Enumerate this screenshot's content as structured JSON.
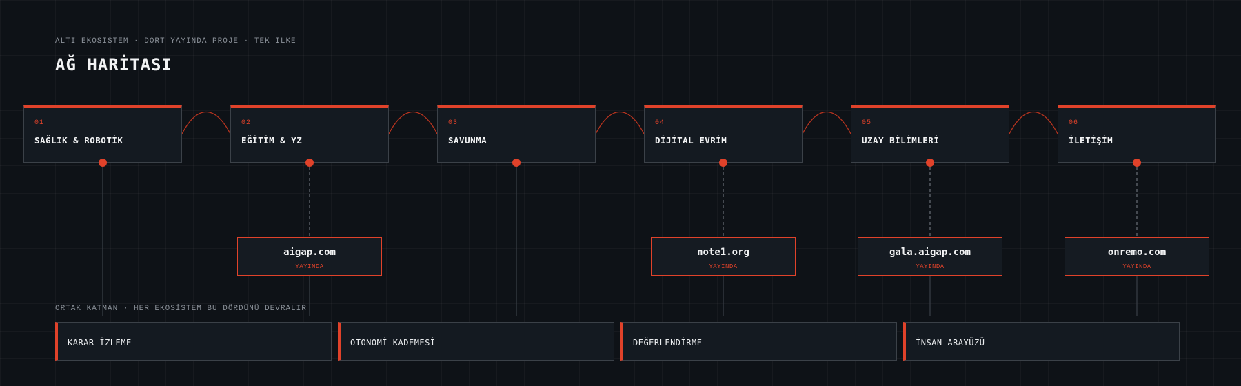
{
  "header": {
    "eyebrow": "ALTI EKOSİSTEM · DÖRT YAYINDA PROJE · TEK İLKE",
    "title": "AĞ HARİTASI"
  },
  "colors": {
    "accent": "#e0422a",
    "background": "#0e1217",
    "card": "#141a21",
    "border": "#3b4148",
    "muted": "#8a9098"
  },
  "ecosystems": [
    {
      "num": "01",
      "name": "SAĞLIK & ROBOTİK",
      "project": null
    },
    {
      "num": "02",
      "name": "EĞİTİM & YZ",
      "project": {
        "domain": "aigap.com",
        "status": "YAYINDA"
      }
    },
    {
      "num": "03",
      "name": "SAVUNMA",
      "project": null
    },
    {
      "num": "04",
      "name": "DİJİTAL EVRİM",
      "project": {
        "domain": "note1.org",
        "status": "YAYINDA"
      }
    },
    {
      "num": "05",
      "name": "UZAY BİLİMLERİ",
      "project": {
        "domain": "gala.aigap.com",
        "status": "YAYINDA"
      }
    },
    {
      "num": "06",
      "name": "İLETİŞİM",
      "project": {
        "domain": "onremo.com",
        "status": "YAYINDA"
      }
    }
  ],
  "shared_layer": {
    "label": "ORTAK KATMAN · HER EKOSİSTEM BU DÖRDÜNÜ DEVRALIR",
    "items": [
      "KARAR İZLEME",
      "OTONOMİ KADEMESİ",
      "DEĞERLENDİRME",
      "İNSAN ARAYÜZÜ"
    ]
  }
}
